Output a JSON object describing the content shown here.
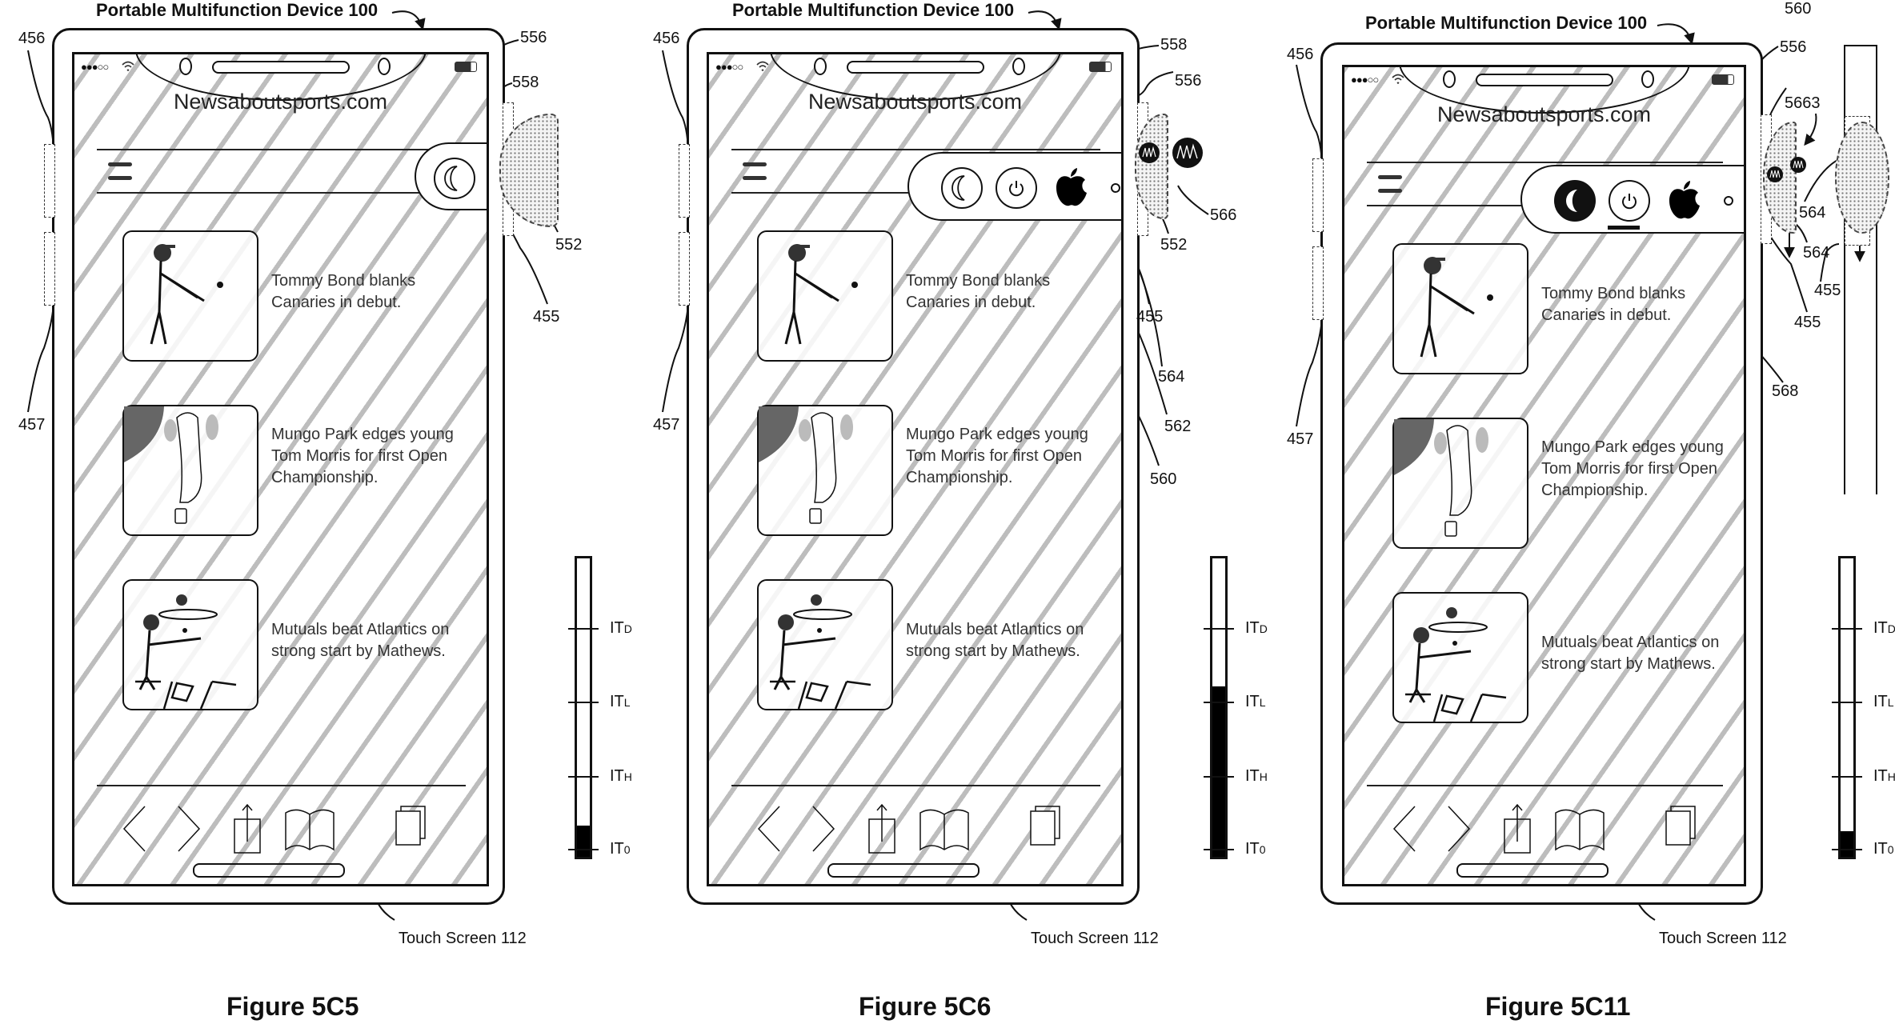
{
  "figures": [
    {
      "caption": "Figure 5C5",
      "device_title": "Portable Multifunction Device 100",
      "touch_screen_label": "Touch Screen 112",
      "site_title": "Newsaboutsports.com",
      "status_signal": "●●●○○",
      "menu_icons": [
        "moon-icon"
      ],
      "menu_state": "collapsed",
      "labels": {
        "side_button_upper": "456",
        "side_button_lower": "457",
        "menu": "556",
        "moon_button": "558",
        "contact": "552",
        "side_button_right": "455"
      },
      "intensity_meter": {
        "thresholds": [
          "IT0",
          "ITH",
          "ITL",
          "ITD"
        ],
        "level_steps_above_IT0": 0.33
      }
    },
    {
      "caption": "Figure 5C6",
      "device_title": "Portable Multifunction Device 100",
      "touch_screen_label": "Touch Screen 112",
      "site_title": "Newsaboutsports.com",
      "status_signal": "●●●○○",
      "menu_icons": [
        "moon-icon",
        "power-icon",
        "apple-icon",
        "dot-indicator"
      ],
      "menu_state": "expanded",
      "labels": {
        "side_button_upper": "456",
        "side_button_lower": "457",
        "moon_button": "558",
        "menu": "556",
        "contact": "552",
        "haptic": "566",
        "side_button_right": "455",
        "dot": "564",
        "apple": "562",
        "power": "560"
      },
      "intensity_meter": {
        "thresholds": [
          "IT0",
          "ITH",
          "ITL",
          "ITD"
        ],
        "level_steps_above_IT0": 2.22
      }
    },
    {
      "caption": "Figure 5C11",
      "device_title": "Portable Multifunction Device 100",
      "touch_screen_label": "Touch Screen 112",
      "site_title": "Newsaboutsports.com",
      "status_signal": "●●●○○",
      "menu_icons": [
        "moon-icon",
        "power-icon",
        "apple-icon",
        "dot-indicator"
      ],
      "menu_state": "expanded-selected",
      "labels": {
        "side_button_upper": "456",
        "side_button_lower": "457",
        "power": "560",
        "menu": "556",
        "haptic": "5663",
        "contact_a": "564",
        "contact_b": "564",
        "side_button_right_a": "455",
        "side_button_right_b": "455",
        "selection_indicator": "568"
      },
      "intensity_meter": {
        "thresholds": [
          "IT0",
          "ITH",
          "ITL",
          "ITD"
        ],
        "level_steps_above_IT0": 0.25
      }
    }
  ],
  "news_items": [
    {
      "headline": "Tommy Bond blanks Canaries in debut.",
      "thumbnail": "baseball-batter-icon"
    },
    {
      "headline": "Mungo Park edges young Tom Morris for first Open Championship.",
      "thumbnail": "golf-course-icon"
    },
    {
      "headline": "Mutuals beat Atlantics on strong start by Mathews.",
      "thumbnail": "baseball-play-icon"
    }
  ],
  "toolbar": [
    "back-icon",
    "forward-icon",
    "share-icon",
    "bookmarks-icon",
    "tabs-icon"
  ],
  "threshold_labels": {
    "IT0": {
      "main": "IT",
      "sub": "0"
    },
    "ITH": {
      "main": "IT",
      "sub": "H"
    },
    "ITL": {
      "main": "IT",
      "sub": "L"
    },
    "ITD": {
      "main": "IT",
      "sub": "D"
    }
  }
}
